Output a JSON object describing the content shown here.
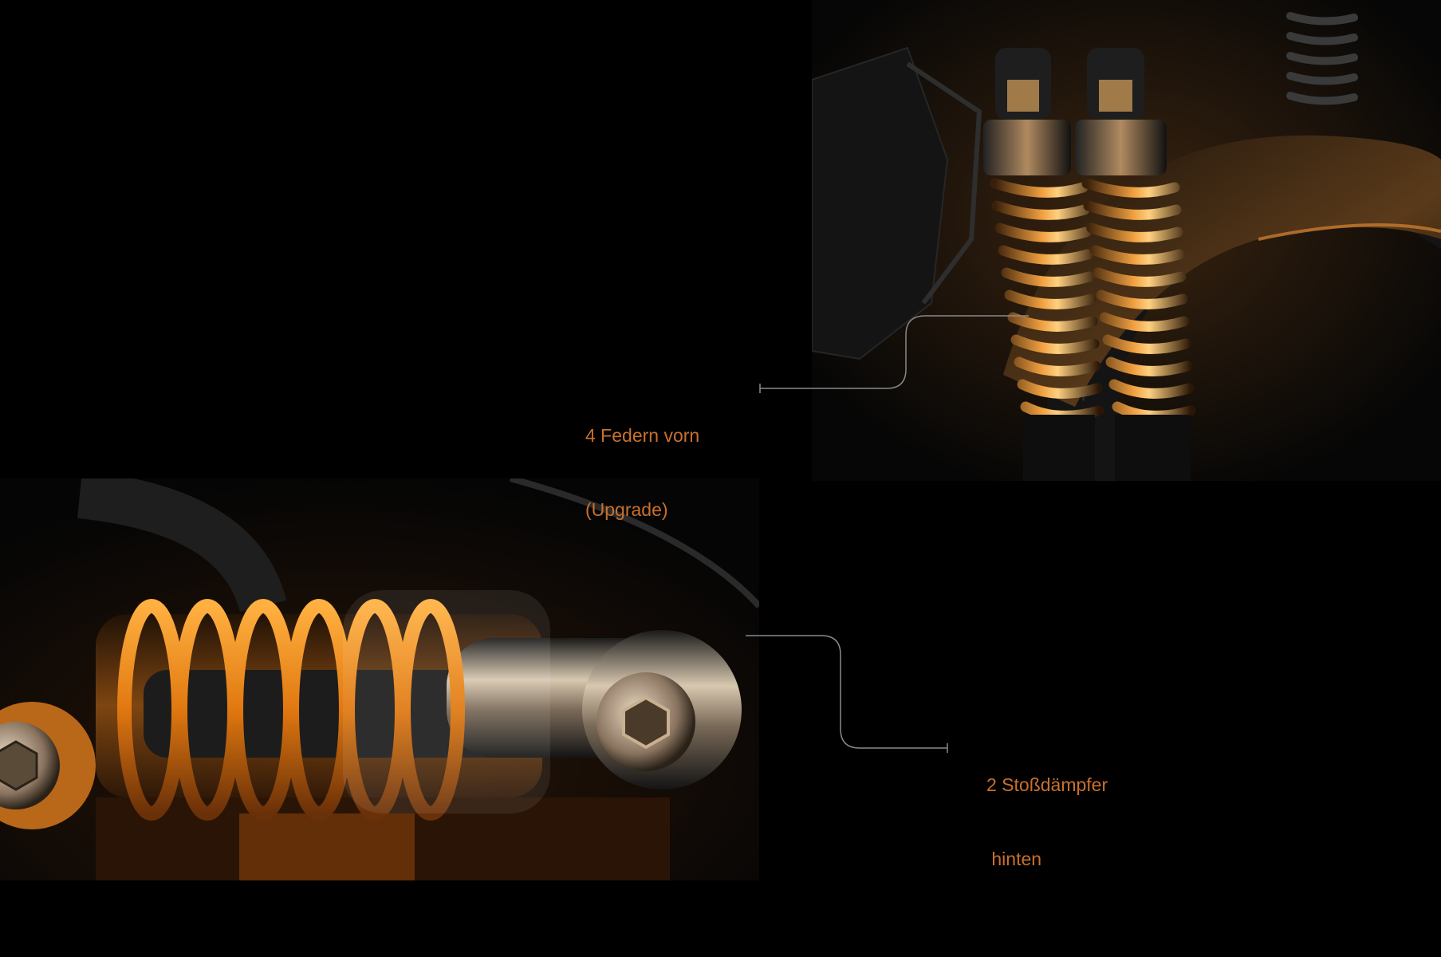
{
  "callouts": {
    "front_springs": {
      "line1": "4 Federn vorn",
      "line2": "(Upgrade)"
    },
    "rear_shocks": {
      "line1": "2 Stoßdämpfer",
      "line2": " hinten"
    }
  },
  "colors": {
    "background": "#000000",
    "label_text": "#c9702e",
    "leader_line": "#8a8a8a",
    "spring_orange": "#e8861c"
  }
}
